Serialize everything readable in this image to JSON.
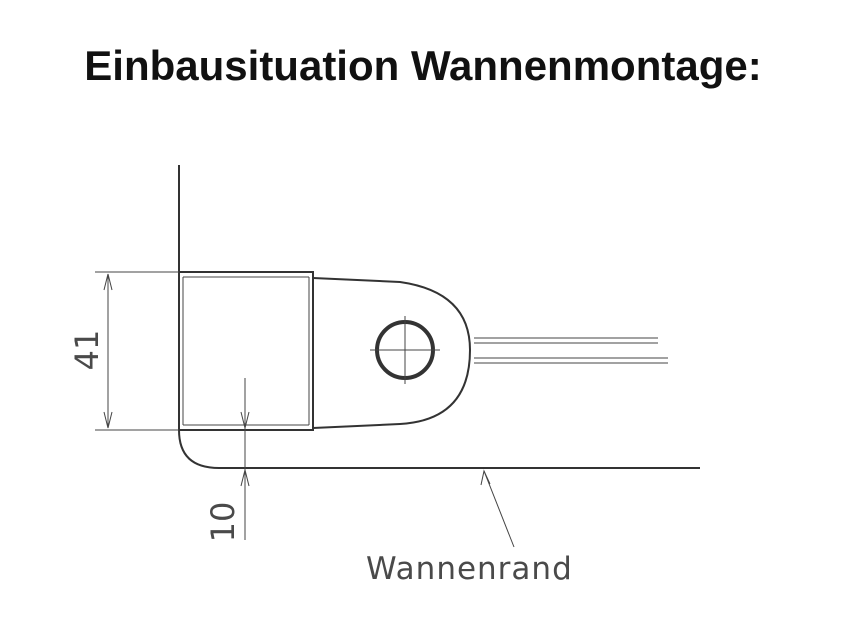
{
  "title": "Einbausituation Wannenmontage:",
  "dimensions": {
    "height_value": "41",
    "gap_value": "10"
  },
  "labels": {
    "tub_edge": "Wannenrand"
  }
}
